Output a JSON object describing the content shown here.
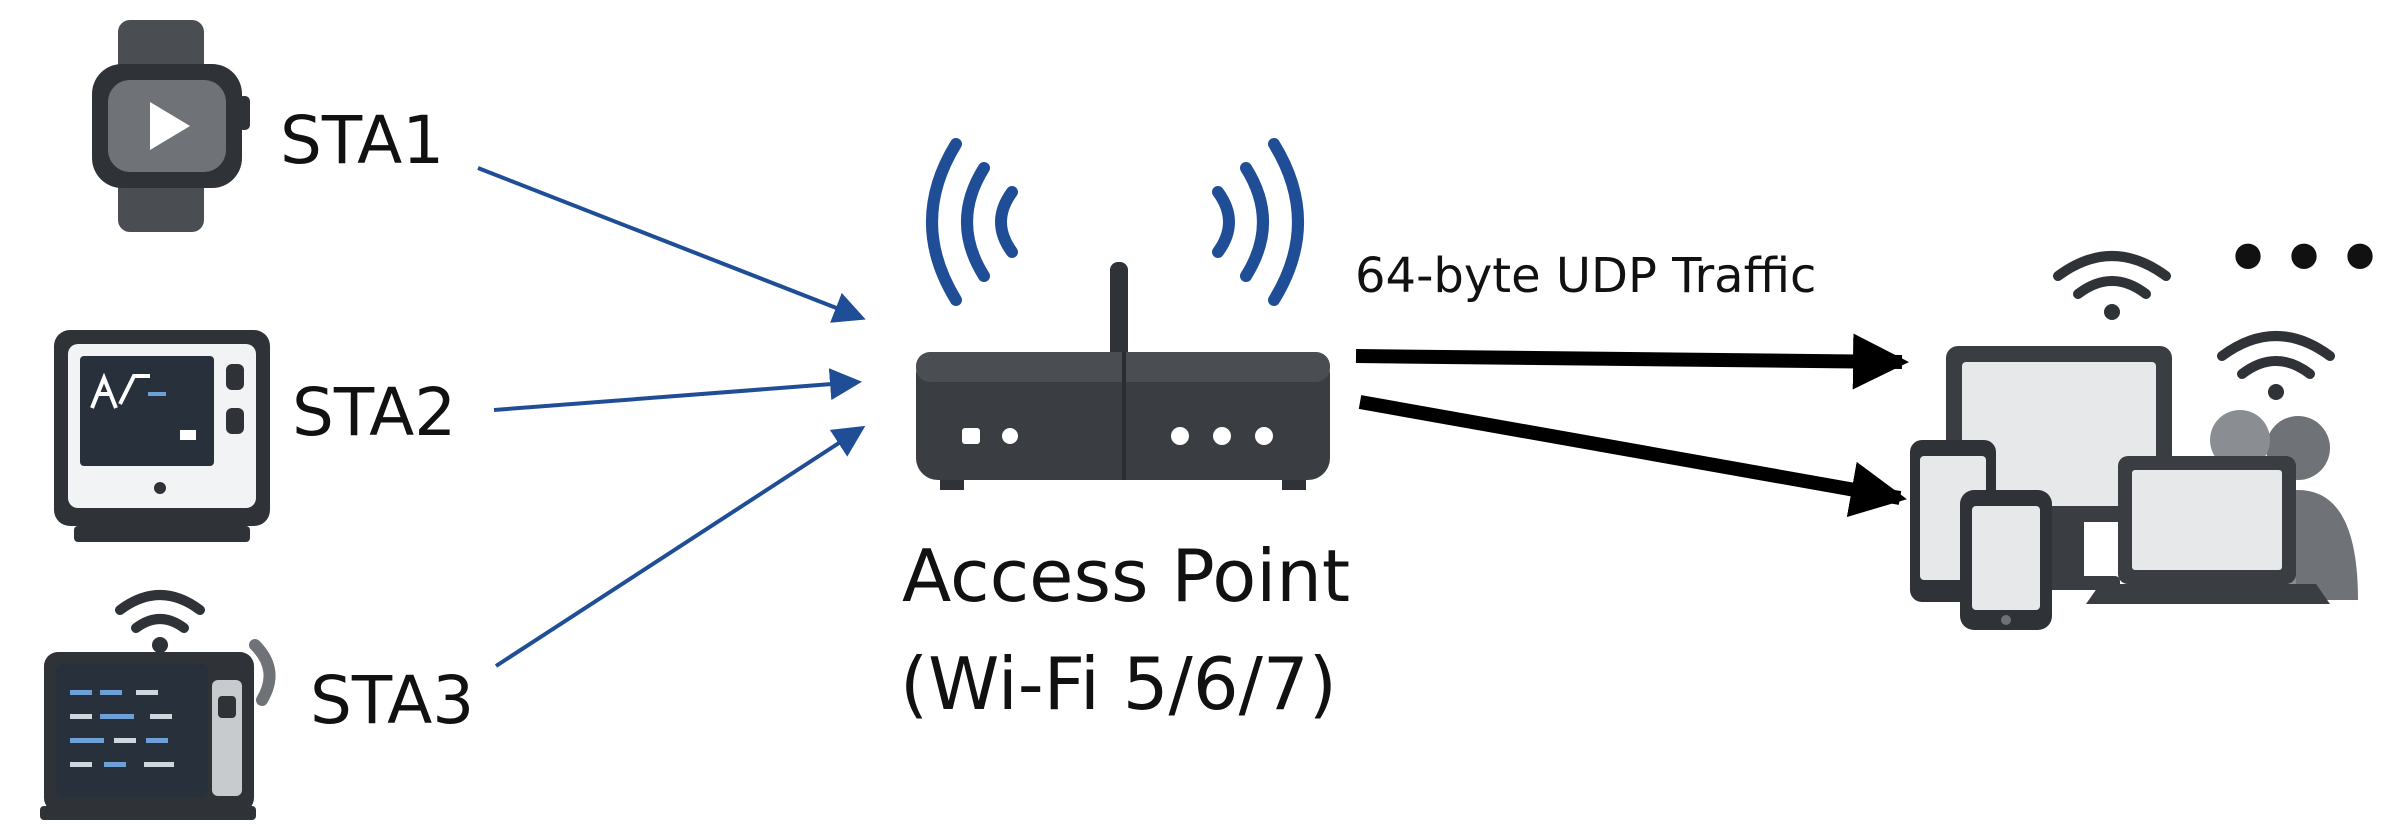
{
  "stations": [
    {
      "label": "STA1",
      "icon": "smartwatch-icon"
    },
    {
      "label": "STA2",
      "icon": "medical-monitor-icon"
    },
    {
      "label": "STA3",
      "icon": "patient-monitor-icon"
    }
  ],
  "access_point": {
    "label": "Access Point",
    "sublabel": "(Wi-Fi 5/6/7)",
    "icon": "wifi-router-icon"
  },
  "traffic": {
    "label": "64-byte UDP Traffic"
  },
  "clients": {
    "icon": "client-devices-icon",
    "more": "•••"
  },
  "colors": {
    "station_arrow": "#1f4e96",
    "traffic_arrow": "#000000",
    "wifi_waves": "#1f4e96",
    "device_dark": "#2f3338",
    "device_gray": "#6f7378"
  }
}
